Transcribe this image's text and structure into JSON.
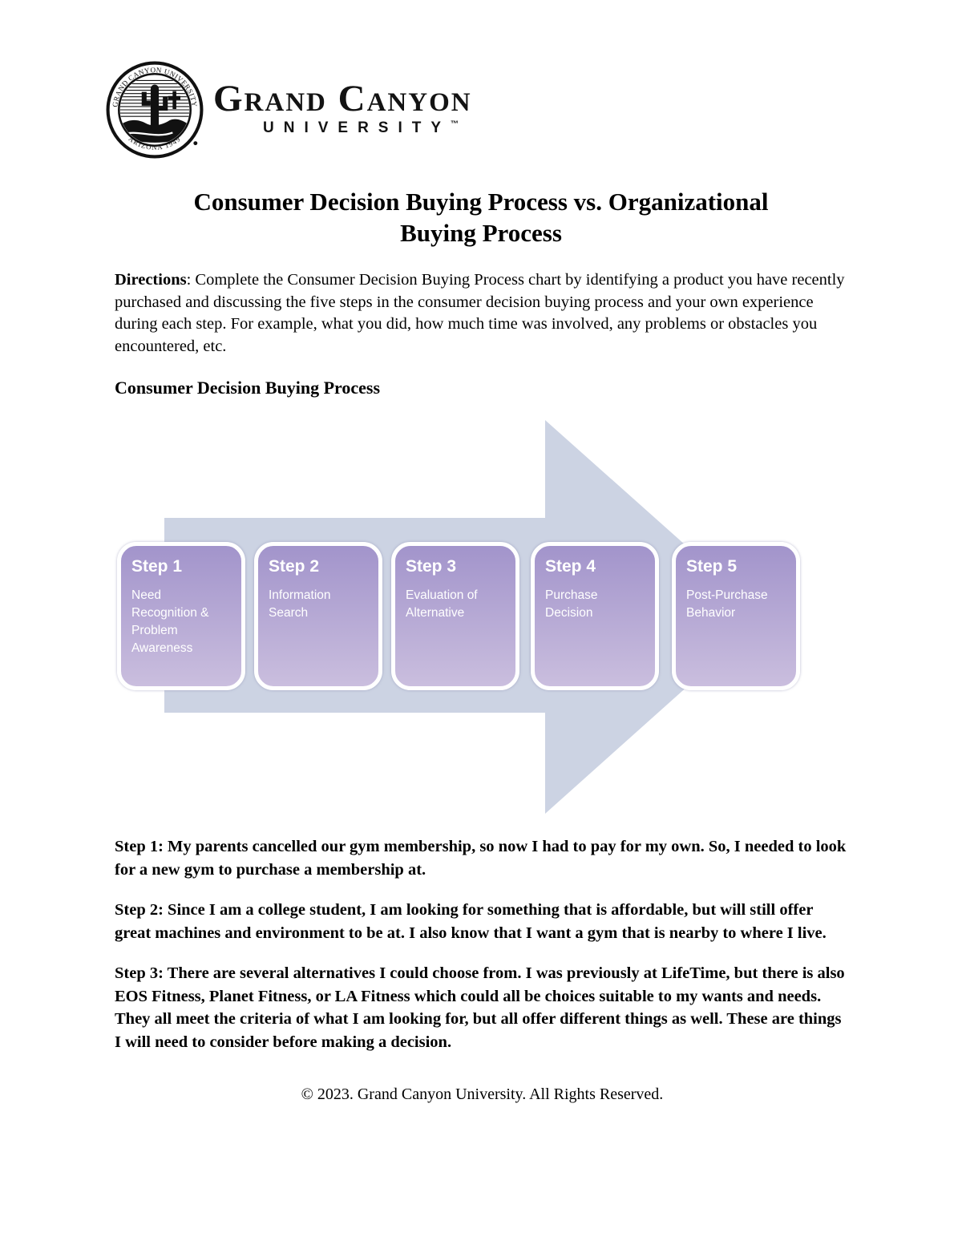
{
  "theme": {
    "arrow_color": "#ccd3e3",
    "box_gradient_top": "#a294cb",
    "box_gradient_bottom": "#cabede",
    "box_text_color": "#ffffff",
    "text_color": "#000000",
    "page_bg": "#ffffff"
  },
  "logo": {
    "seal_top_text": "GRAND CANYON UNIVERSITY",
    "seal_bottom_text": "ARIZONA 1949",
    "wordmark_line1": "Grand Canyon",
    "wordmark_line2": "UNIVERSITY",
    "trademark": "™"
  },
  "title": {
    "line1": "Consumer Decision Buying Process vs. Organizational",
    "line2": "Buying Process"
  },
  "directions": {
    "label": "Directions",
    "text": ": Complete the Consumer Decision Buying Process chart by identifying a product you have recently purchased and discussing the five steps in the consumer decision buying process and your own experience during each step. For example, what you did, how much time was involved, any problems or obstacles you encountered, etc."
  },
  "section_heading": "Consumer Decision Buying Process",
  "diagram": {
    "type": "process-arrow",
    "steps": [
      {
        "title": "Step 1",
        "subtitle": "Need Recognition & Problem Awareness"
      },
      {
        "title": "Step 2",
        "subtitle": "Information Search"
      },
      {
        "title": "Step 3",
        "subtitle": "Evaluation of Alternative"
      },
      {
        "title": "Step 4",
        "subtitle": "Purchase Decision"
      },
      {
        "title": "Step 5",
        "subtitle": "Post-Purchase Behavior"
      }
    ]
  },
  "paragraphs": [
    "Step 1: My parents cancelled our gym membership, so now I had to pay for my own. So, I needed to look for a new gym to purchase a membership at.",
    "Step 2: Since I am a college student, I am looking for something that is affordable, but will still offer great machines and environment to be at. I also know that I want a gym that is nearby to where I live.",
    "Step 3: There are several alternatives I could choose from. I was previously at LifeTime, but there is also EOS Fitness, Planet Fitness, or LA Fitness which could all be choices suitable to my wants and needs. They all meet the criteria of what I am looking for, but all offer different things as well. These are things I will need to consider before making a decision."
  ],
  "footer": "© 2023. Grand Canyon University. All Rights Reserved."
}
